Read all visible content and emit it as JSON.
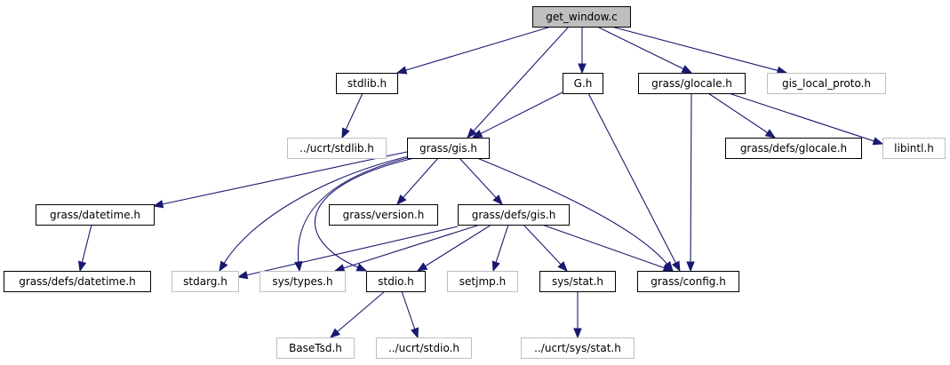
{
  "title": "get_window.c include dependency graph",
  "colors": {
    "edge": "#191970",
    "root_fill": "#bfbfbf",
    "root_border": "#000000",
    "documented_border": "#000000",
    "external_border": "#bfbfbf",
    "node_fill": "#ffffff"
  },
  "nodes": [
    {
      "id": "get_window_c",
      "label": "get_window.c",
      "kind": "root"
    },
    {
      "id": "stdlib_h",
      "label": "stdlib.h",
      "kind": "documented"
    },
    {
      "id": "G_h",
      "label": "G.h",
      "kind": "documented"
    },
    {
      "id": "grass_glocale_h",
      "label": "grass/glocale.h",
      "kind": "documented"
    },
    {
      "id": "gis_local_proto_h",
      "label": "gis_local_proto.h",
      "kind": "external"
    },
    {
      "id": "ucrt_stdlib_h",
      "label": "../ucrt/stdlib.h",
      "kind": "external"
    },
    {
      "id": "grass_gis_h",
      "label": "grass/gis.h",
      "kind": "documented"
    },
    {
      "id": "grass_defs_glocale_h",
      "label": "grass/defs/glocale.h",
      "kind": "documented"
    },
    {
      "id": "libintl_h",
      "label": "libintl.h",
      "kind": "external"
    },
    {
      "id": "grass_datetime_h",
      "label": "grass/datetime.h",
      "kind": "documented"
    },
    {
      "id": "grass_version_h",
      "label": "grass/version.h",
      "kind": "documented"
    },
    {
      "id": "grass_defs_gis_h",
      "label": "grass/defs/gis.h",
      "kind": "documented"
    },
    {
      "id": "grass_defs_datetime_h",
      "label": "grass/defs/datetime.h",
      "kind": "documented"
    },
    {
      "id": "stdarg_h",
      "label": "stdarg.h",
      "kind": "external"
    },
    {
      "id": "sys_types_h",
      "label": "sys/types.h",
      "kind": "external"
    },
    {
      "id": "stdio_h",
      "label": "stdio.h",
      "kind": "documented"
    },
    {
      "id": "setjmp_h",
      "label": "setjmp.h",
      "kind": "external"
    },
    {
      "id": "sys_stat_h",
      "label": "sys/stat.h",
      "kind": "documented"
    },
    {
      "id": "grass_config_h",
      "label": "grass/config.h",
      "kind": "documented"
    },
    {
      "id": "BaseTsd_h",
      "label": "BaseTsd.h",
      "kind": "external"
    },
    {
      "id": "ucrt_stdio_h",
      "label": "../ucrt/stdio.h",
      "kind": "external"
    },
    {
      "id": "ucrt_sys_stat_h",
      "label": "../ucrt/sys/stat.h",
      "kind": "external"
    }
  ],
  "edges": [
    {
      "from": "get_window_c",
      "to": "stdlib_h"
    },
    {
      "from": "get_window_c",
      "to": "grass_gis_h"
    },
    {
      "from": "get_window_c",
      "to": "G_h"
    },
    {
      "from": "get_window_c",
      "to": "grass_glocale_h"
    },
    {
      "from": "get_window_c",
      "to": "gis_local_proto_h"
    },
    {
      "from": "stdlib_h",
      "to": "ucrt_stdlib_h"
    },
    {
      "from": "G_h",
      "to": "grass_gis_h"
    },
    {
      "from": "G_h",
      "to": "grass_config_h"
    },
    {
      "from": "grass_glocale_h",
      "to": "grass_defs_glocale_h"
    },
    {
      "from": "grass_glocale_h",
      "to": "libintl_h"
    },
    {
      "from": "grass_glocale_h",
      "to": "grass_config_h"
    },
    {
      "from": "grass_gis_h",
      "to": "grass_datetime_h"
    },
    {
      "from": "grass_gis_h",
      "to": "stdarg_h"
    },
    {
      "from": "grass_gis_h",
      "to": "sys_types_h"
    },
    {
      "from": "grass_gis_h",
      "to": "stdio_h"
    },
    {
      "from": "grass_gis_h",
      "to": "grass_version_h"
    },
    {
      "from": "grass_gis_h",
      "to": "grass_defs_gis_h"
    },
    {
      "from": "grass_gis_h",
      "to": "grass_config_h"
    },
    {
      "from": "grass_datetime_h",
      "to": "grass_defs_datetime_h"
    },
    {
      "from": "grass_defs_gis_h",
      "to": "stdarg_h"
    },
    {
      "from": "grass_defs_gis_h",
      "to": "sys_types_h"
    },
    {
      "from": "grass_defs_gis_h",
      "to": "stdio_h"
    },
    {
      "from": "grass_defs_gis_h",
      "to": "setjmp_h"
    },
    {
      "from": "grass_defs_gis_h",
      "to": "sys_stat_h"
    },
    {
      "from": "grass_defs_gis_h",
      "to": "grass_config_h"
    },
    {
      "from": "stdio_h",
      "to": "BaseTsd_h"
    },
    {
      "from": "stdio_h",
      "to": "ucrt_stdio_h"
    },
    {
      "from": "sys_stat_h",
      "to": "ucrt_sys_stat_h"
    }
  ]
}
